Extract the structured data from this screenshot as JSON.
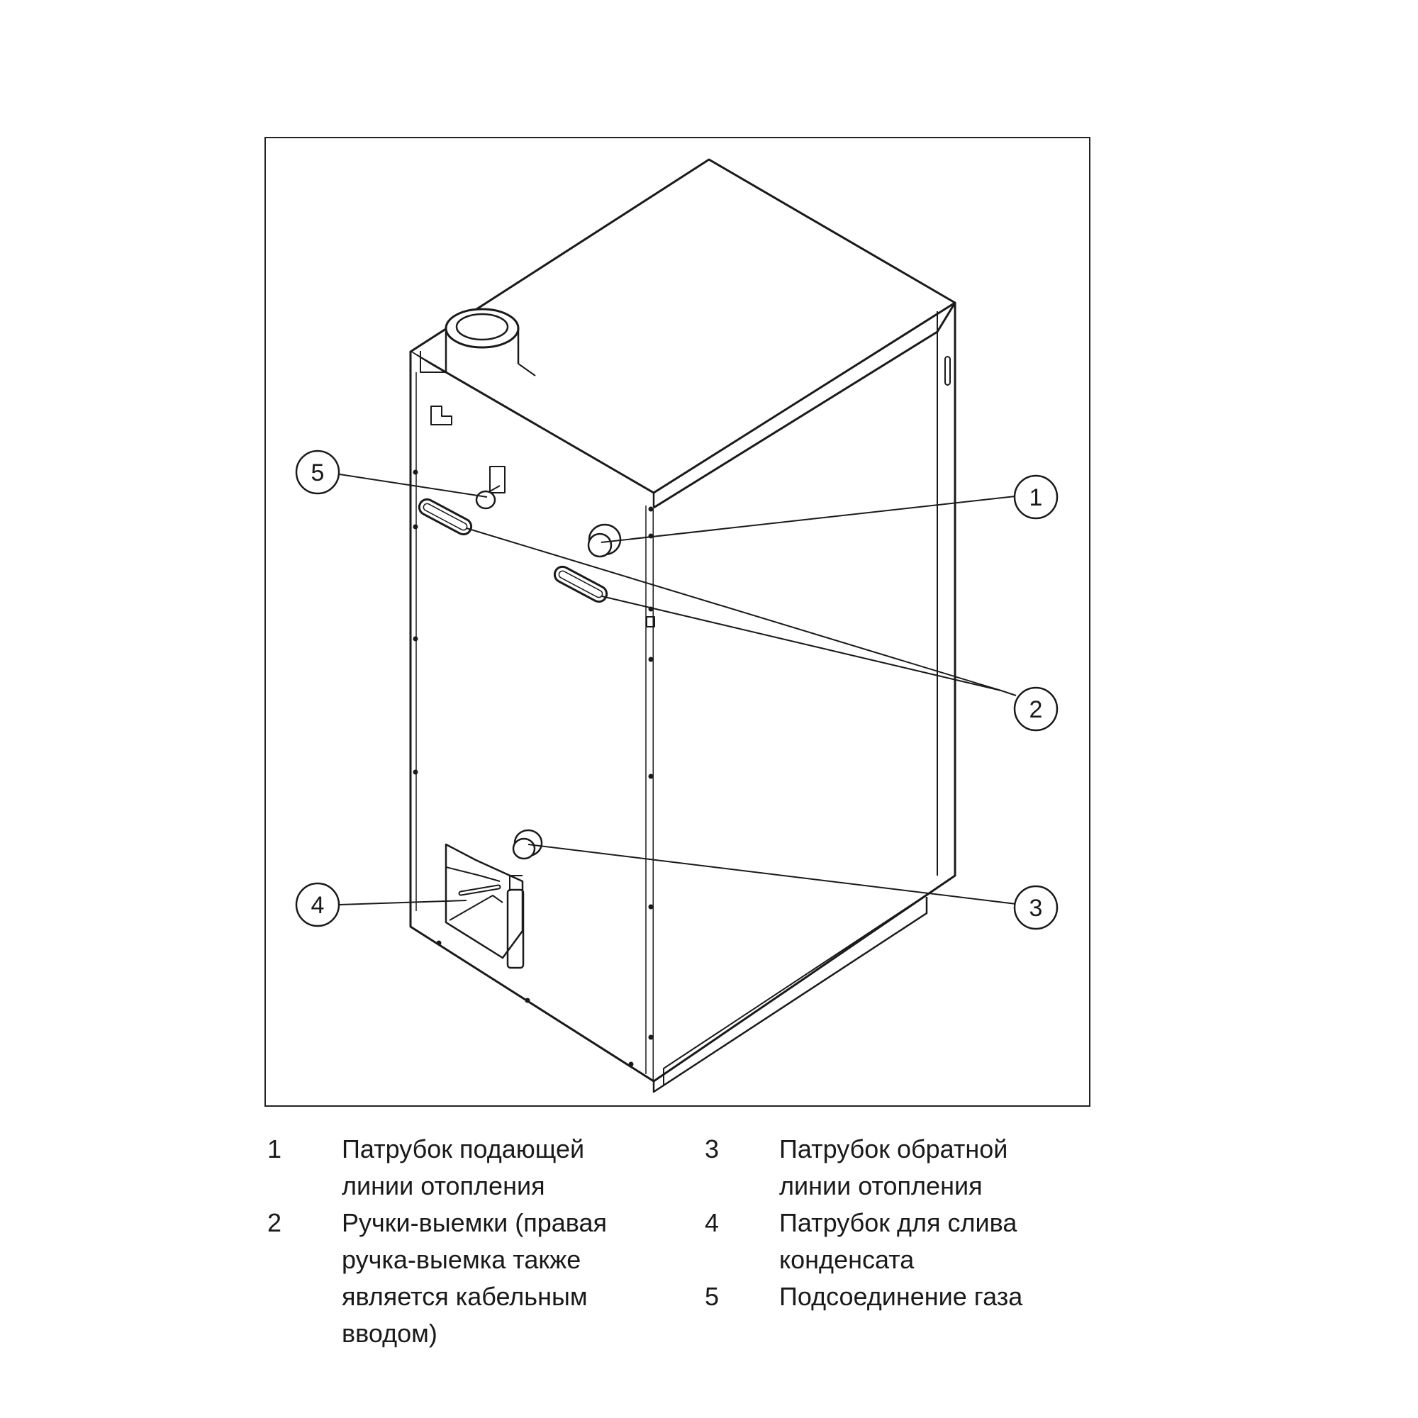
{
  "callouts": [
    {
      "id": "c1",
      "number": "1"
    },
    {
      "id": "c2",
      "number": "2"
    },
    {
      "id": "c3",
      "number": "3"
    },
    {
      "id": "c4",
      "number": "4"
    },
    {
      "id": "c5",
      "number": "5"
    }
  ],
  "legend": {
    "left": [
      {
        "number": "1",
        "text": "Патрубок подающей\nлинии отопления"
      },
      {
        "number": "2",
        "text": "Ручки-выемки (правая\nручка-выемка также\nявляется кабельным\nвводом)"
      }
    ],
    "right": [
      {
        "number": "3",
        "text": "Патрубок обратной\nлинии отопления"
      },
      {
        "number": "4",
        "text": "Патрубок для слива\nконденсата"
      },
      {
        "number": "5",
        "text": "Подсоединение газа"
      }
    ]
  }
}
